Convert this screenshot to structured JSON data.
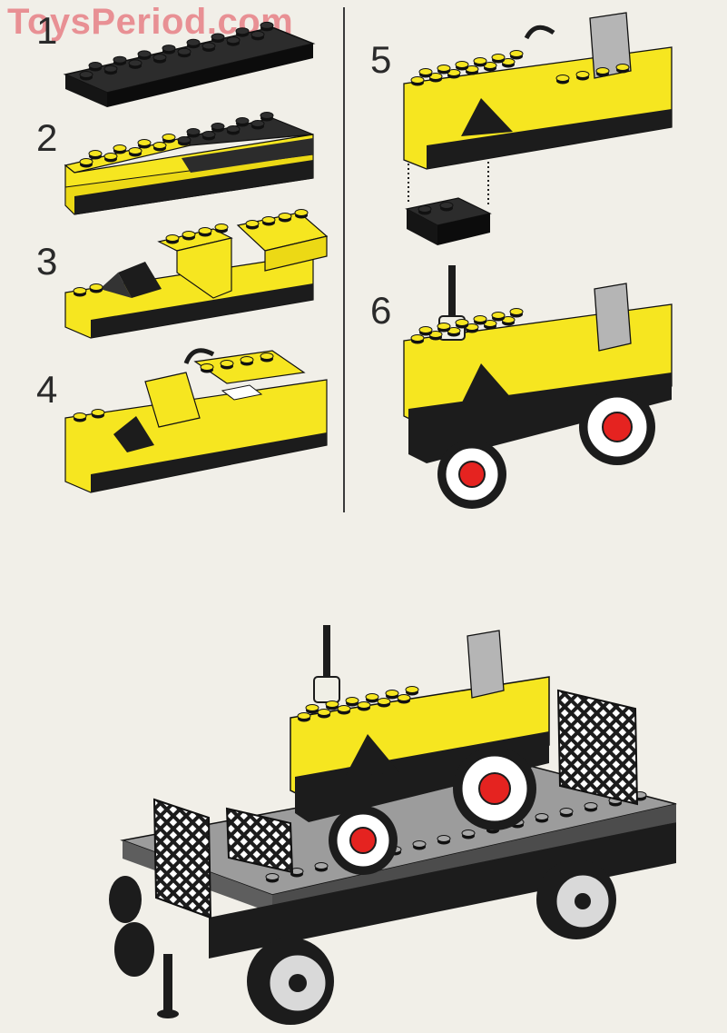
{
  "watermark": "ToysPeriod.com",
  "steps": [
    {
      "number": "1"
    },
    {
      "number": "2"
    },
    {
      "number": "3"
    },
    {
      "number": "4"
    },
    {
      "number": "5"
    },
    {
      "number": "6"
    }
  ],
  "colors": {
    "yellow": "#f6e620",
    "yellow_side": "#d9c60e",
    "black": "#1c1c1c",
    "gray": "#9c9c9c",
    "gray_light": "#bdbdbd",
    "red": "#e52320",
    "paper": "#f1efe8"
  }
}
